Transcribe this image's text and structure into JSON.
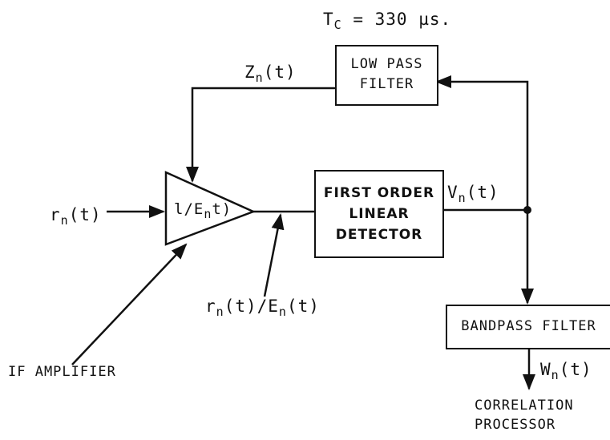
{
  "time_constant": {
    "symbol": "T",
    "sub": "C",
    "text": " = 330 µs."
  },
  "low_pass_filter": {
    "label": "LOW PASS\nFILTER"
  },
  "detector": {
    "label": "FIRST ORDER\nLINEAR\nDETECTOR"
  },
  "bandpass_filter": {
    "label": "BANDPASS FILTER"
  },
  "amplifier_gain": {
    "pre": "l/E",
    "sub": "n",
    "post": "t)"
  },
  "signals": {
    "z": {
      "pre": "Z",
      "sub": "n",
      "post": "(t)"
    },
    "v": {
      "pre": "V",
      "sub": "n",
      "post": "(t)"
    },
    "r_in": {
      "pre": "r",
      "sub": "n",
      "post": "(t)"
    },
    "r_norm": {
      "pre": "r",
      "sub": "n",
      "mid": "(t)/E",
      "sub2": "n",
      "post": "(t)"
    },
    "w": {
      "pre": "W",
      "sub": "n",
      "post": "(t)"
    }
  },
  "if_amplifier": {
    "label": "IF AMPLIFIER"
  },
  "correlation_processor": {
    "label": "CORRELATION\nPROCESSOR"
  }
}
